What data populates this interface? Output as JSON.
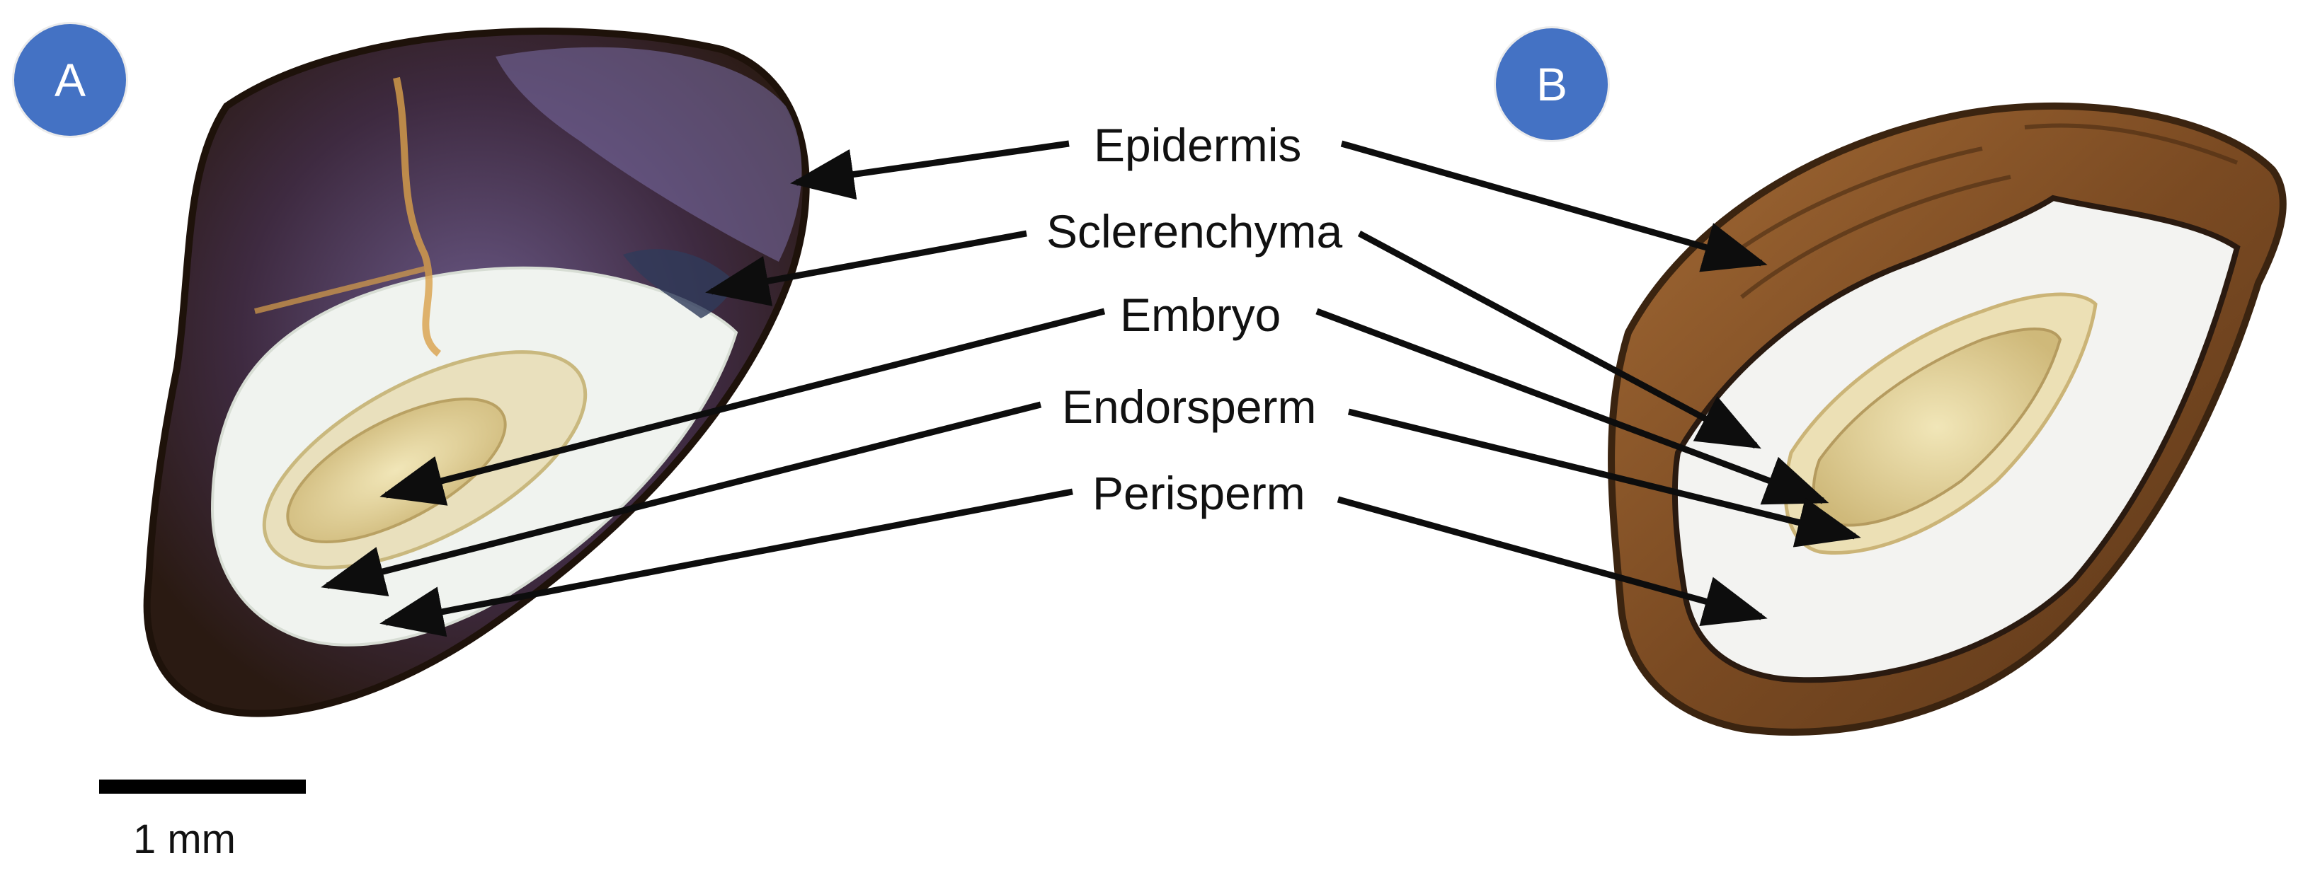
{
  "panels": {
    "a": {
      "letter": "A"
    },
    "b": {
      "letter": "B"
    }
  },
  "labels": {
    "epidermis": "Epidermis",
    "sclerenchyma": "Sclerenchyma",
    "embryo": "Embryo",
    "endosperm": "Endorsperm",
    "perisperm": "Perisperm"
  },
  "scale_bar": {
    "text": "1 mm"
  },
  "colors": {
    "badge": "#4472c4",
    "arrow": "#0d0d0d",
    "seed_coat_a": "#4a2e1a",
    "seed_coat_b": "#8a5a2e",
    "tissue_white": "#f2f4f2",
    "embryo": "#e8d9a2"
  }
}
